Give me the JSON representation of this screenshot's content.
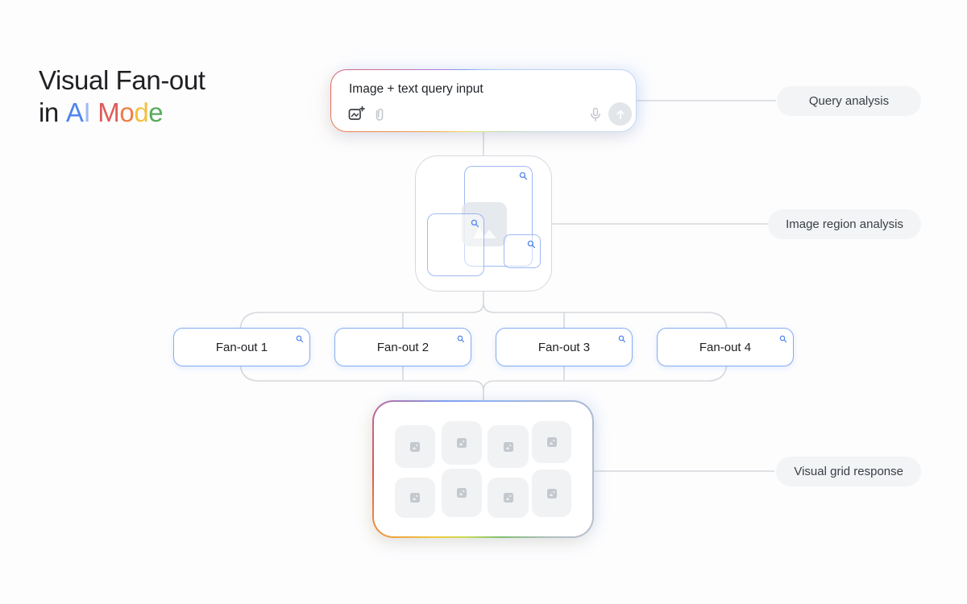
{
  "title": {
    "line1": "Visual Fan-out",
    "line2_prefix": "in",
    "ai": [
      {
        "ch": "A",
        "color": "#4e86ec"
      },
      {
        "ch": "I",
        "color": "#9fb8f5"
      }
    ],
    "mode": [
      {
        "ch": "M",
        "color": "#e05a5a"
      },
      {
        "ch": "o",
        "color": "#ed7d45"
      },
      {
        "ch": "d",
        "color": "#f2c13f"
      },
      {
        "ch": "e",
        "color": "#58ac5c"
      }
    ]
  },
  "query_box": {
    "placeholder": "Image + text query input",
    "icons": {
      "add_image": "add-image-icon",
      "attachment": "attachment-icon",
      "mic": "mic-icon",
      "send": "send-arrow-icon"
    }
  },
  "annotations": {
    "query": "Query analysis",
    "region": "Image region analysis",
    "grid": "Visual grid response"
  },
  "region_box": {
    "magnifier_icon": "magnifier-icon",
    "regions": 3
  },
  "fanout": {
    "items": [
      {
        "label": "Fan-out 1"
      },
      {
        "label": "Fan-out 2"
      },
      {
        "label": "Fan-out 3"
      },
      {
        "label": "Fan-out 4"
      }
    ]
  },
  "grid": {
    "tile_count": 8,
    "tile_icon": "image-placeholder-icon"
  },
  "colors": {
    "fanout_border": "#85acf0",
    "region_border": "#d6d9dd",
    "connector_line": "#d5d8dc",
    "pill_background": "#f2f4f6",
    "magnifier_blue": "#4f86ec",
    "tile_background": "#f0f2f4",
    "rainbow_accents": [
      "#4e86ec",
      "#e05a5a",
      "#ed7d45",
      "#f2c13f",
      "#58ac5c"
    ]
  }
}
